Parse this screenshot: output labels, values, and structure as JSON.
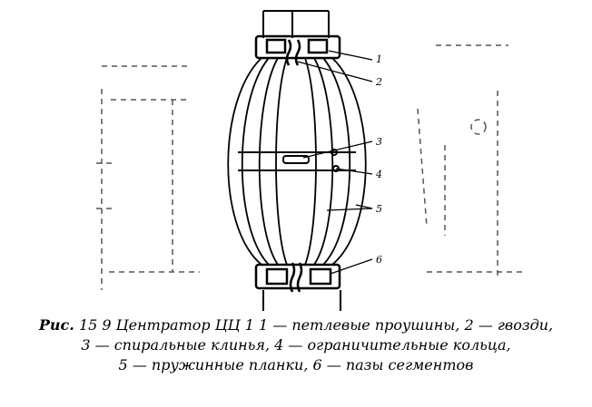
{
  "figure": {
    "callouts": [
      "1",
      "2",
      "3",
      "4",
      "5",
      "6"
    ],
    "caption": {
      "prefix": "Рис.",
      "number": "15 9",
      "line1": "Центратор ЦЦ 1  1 — петлевые проушины, 2 — гвозди,",
      "line2": "3 — спиральные клинья, 4 — ограничительные кольца,",
      "line3": "5 — пружинные планки, 6 — пазы сегментов"
    }
  }
}
